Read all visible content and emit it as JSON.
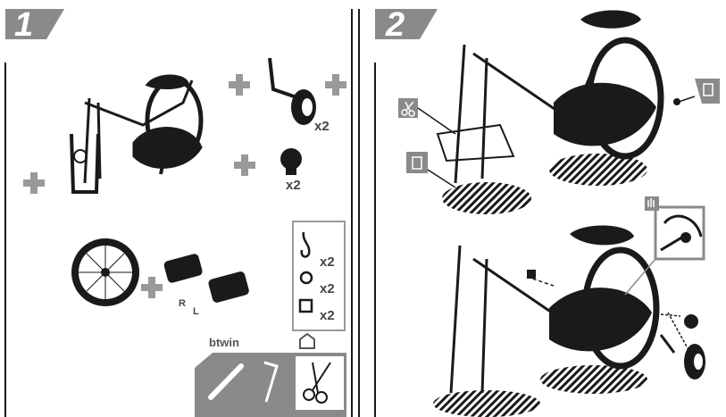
{
  "colors": {
    "ink": "#1a1a1a",
    "gray": "#8a8a8a",
    "light": "#cfcfcf",
    "white": "#ffffff"
  },
  "steps": [
    {
      "number": "1"
    },
    {
      "number": "2"
    }
  ],
  "step1": {
    "training_wheel_qty": "x2",
    "knob_qty": "x2",
    "hardware": [
      {
        "icon": "hook-icon",
        "qty": "x2"
      },
      {
        "icon": "washer-icon",
        "qty": "x2"
      },
      {
        "icon": "nut-icon",
        "qty": "x2"
      }
    ],
    "pedal_right": "R",
    "pedal_left": "L",
    "brand": "btwin"
  },
  "icons": [
    "plus-icon",
    "wrench-icon",
    "hex-key-icon",
    "scissors-icon",
    "trash-icon",
    "hand-icon",
    "home-icon"
  ]
}
